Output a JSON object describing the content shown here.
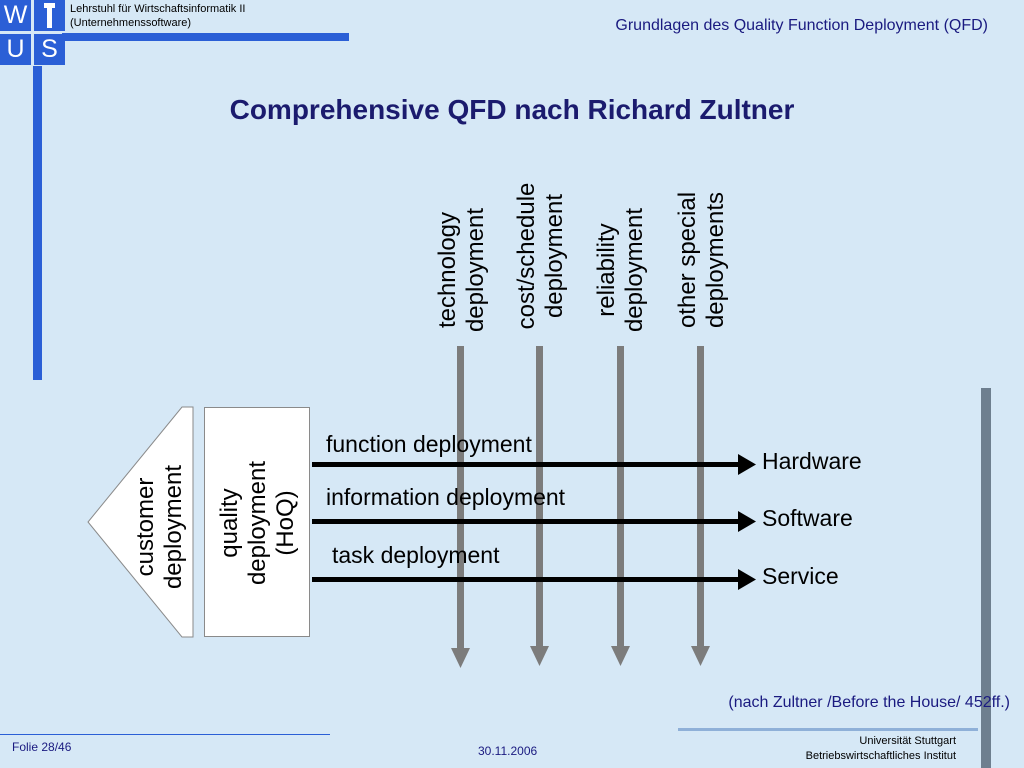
{
  "header": {
    "logo_letters": [
      "W",
      "U",
      "S"
    ],
    "chair_line1": "Lehrstuhl für Wirtschaftsinformatik II",
    "chair_line2": "(Unternehmenssoftware)",
    "topic": "Grundlagen des Quality Function Deployment (QFD)"
  },
  "title": "Comprehensive QFD nach Richard Zultner",
  "vertical_deployments": [
    {
      "line1": "technology",
      "line2": "deployment"
    },
    {
      "line1": "cost/schedule",
      "line2": "deployment"
    },
    {
      "line1": "reliability",
      "line2": "deployment"
    },
    {
      "line1": "other special",
      "line2": "deployments"
    }
  ],
  "customer": {
    "line1": "customer",
    "line2": "deployment"
  },
  "quality": {
    "line1": "quality",
    "line2": "deployment",
    "line3": "(HoQ)"
  },
  "horizontal_deployments": [
    {
      "label": "function deployment",
      "target": "Hardware"
    },
    {
      "label": "information deployment",
      "target": "Software"
    },
    {
      "label": "task deployment",
      "target": "Service"
    }
  ],
  "citation": "(nach Zultner /Before the House/ 452ff.)",
  "footer": {
    "slide": "Folie 28/46",
    "date": "30.11.2006",
    "uni_line1": "Universität Stuttgart",
    "uni_line2": "Betriebswirtschaftliches Institut"
  },
  "colors": {
    "background": "#d6e8f6",
    "accent_blue": "#2b5fd6",
    "title_navy": "#1b1b6e",
    "vertical_arrow": "#7c7c7c",
    "horizontal_arrow": "#000000",
    "right_bar": "#6e7f8f"
  }
}
